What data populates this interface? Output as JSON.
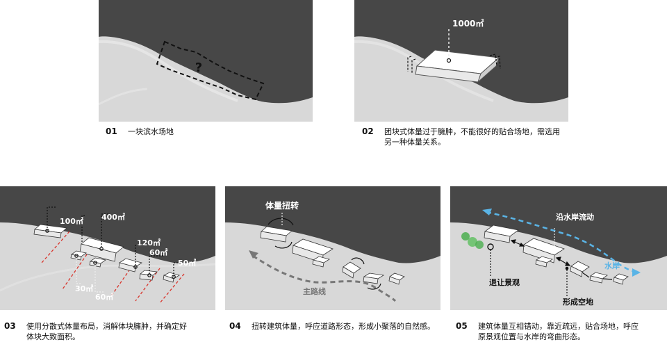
{
  "panels": [
    {
      "num": "01",
      "caption": "一块滨水场地",
      "mark": "?"
    },
    {
      "num": "02",
      "caption": "团块式体量过于臃肿，不能很好的贴合场地，需选用另一种体量关系。",
      "area": "1000㎡"
    },
    {
      "num": "03",
      "caption": "使用分散式体量布局，消解体块臃肿，并确定好体块大致面积。",
      "areas": [
        "100㎡",
        "400㎡",
        "120㎡",
        "60㎡",
        "50㎡",
        "30㎡",
        "60㎡"
      ]
    },
    {
      "num": "04",
      "caption": "扭转建筑体量，呼应道路形态，形成小聚落的自然感。",
      "labels": {
        "twist": "体量扭转",
        "road": "主路线"
      }
    },
    {
      "num": "05",
      "caption": "建筑体量互相错动，靠近疏远，贴合场地，呼应原景观位置与水岸的弯曲形态。",
      "labels": {
        "shore_flow": "沿水岸流动",
        "shore": "水岸",
        "yield": "退让景观",
        "space": "形成空地"
      }
    }
  ],
  "colors": {
    "water": "#454545",
    "land": "#d9d9d9",
    "accent_blue": "#5ab4e6",
    "accent_red": "#d9332a",
    "tree_green": "#4caf50"
  }
}
